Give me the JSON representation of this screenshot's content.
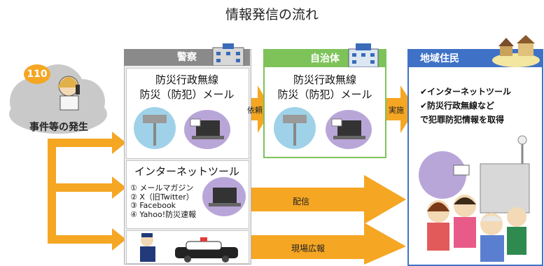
{
  "title": "情報発信の流れ",
  "incident": {
    "number": "110",
    "label": "事件等の発生"
  },
  "police": {
    "header": "警察",
    "box1_line1": "防災行政無線",
    "box1_line2": "防災（防犯）メール",
    "box2_title": "インターネットツール",
    "tools": [
      "① メールマガジン",
      "② X（旧Twitter）",
      "③ Facebook",
      "④ Yahoo!防災速報"
    ]
  },
  "municipality": {
    "header": "自治体",
    "line1": "防災行政無線",
    "line2": "防災（防犯）メール"
  },
  "residents": {
    "header": "地域住民",
    "items": [
      "✔インターネットツール",
      "✔防災行政無線など",
      "で犯罪防犯情報を取得"
    ]
  },
  "arrows": {
    "request": "依頼",
    "implement": "実施",
    "distribute": "配信",
    "onsite": "現場広報"
  },
  "colors": {
    "police": "#8a8a8a",
    "municipality": "#7dc35a",
    "residents": "#3f72c6",
    "arrow": "#f5a623"
  }
}
